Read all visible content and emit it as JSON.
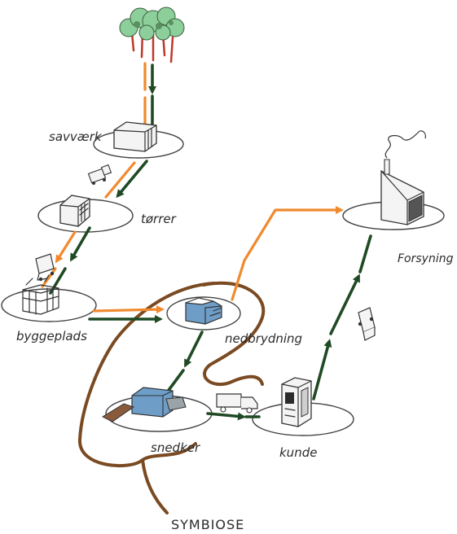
{
  "labels": {
    "forest": "",
    "sawmill": "savværk",
    "drying": "tørrer",
    "construction_site": "byggeplads",
    "demolition": "nedbrydning",
    "carpenter": "snedker",
    "customer": "kunde",
    "incineration": "Forsyning",
    "symbiosis": "SYMBIOSE"
  },
  "colors": {
    "green_flow": "#1f4a24",
    "orange_flow": "#f08a2e",
    "brown_loop": "#7a4a22",
    "ink": "#333333",
    "tree_canopy": "#8ccf9a",
    "tree_trunk": "#c0392b",
    "building_blue": "#6e9ec8",
    "building_gray": "#9aa3a8",
    "wood_brown": "#8a5a3c"
  },
  "icons": [
    "trees-icon",
    "sawmill-building-icon",
    "dryer-building-icon",
    "construction-frame-icon",
    "demolition-building-icon",
    "carpenter-workshop-icon",
    "cabinet-icon",
    "incinerator-plant-icon",
    "truck-icon"
  ]
}
